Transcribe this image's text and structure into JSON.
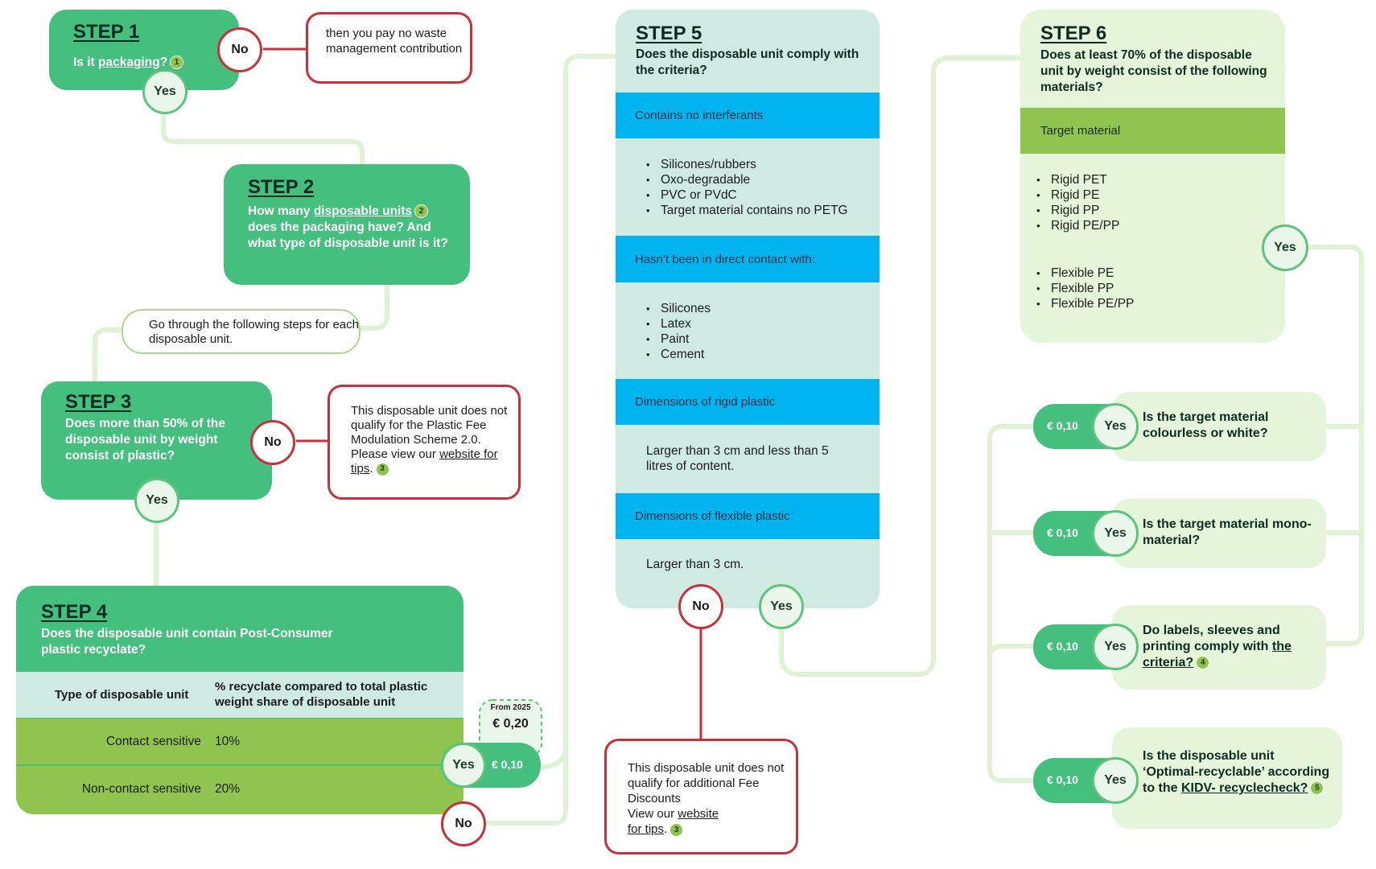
{
  "step1": {
    "title": "STEP 1",
    "q_prefix": "Is it ",
    "q_link": "packaging",
    "q_suffix": "?",
    "ref": "1"
  },
  "step1_no": {
    "label": "No",
    "text": "then you pay no waste management contribution"
  },
  "step1_yes": "Yes",
  "step2": {
    "title": "STEP 2",
    "q_prefix": "How many ",
    "q_link": "disposable units",
    "ref": "2",
    "q_rest": "does the packaging have? And what type of disposable unit is it?"
  },
  "go_through": "Go through the following steps for each disposable unit.",
  "step3": {
    "title": "STEP 3",
    "question": "Does more than 50% of the disposable unit by weight consist of plastic?"
  },
  "step3_no": {
    "label": "No",
    "text": "This disposable unit does not qualify for the Plastic Fee Modulation Scheme 2.0. Please view our ",
    "link": "website for tips",
    "ref": "3"
  },
  "step3_yes": "Yes",
  "step4": {
    "title": "STEP 4",
    "question": "Does the disposable unit contain Post-Consumer plastic recyclate?",
    "col1": "Type of disposable unit",
    "col2": "% recyclate compared to total plastic weight share of disposable unit",
    "rows": [
      {
        "type": "Contact sensitive",
        "pct": "10%"
      },
      {
        "type": "Non-contact sensitive",
        "pct": "20%"
      }
    ],
    "yes": "Yes",
    "no": "No",
    "fee": "€ 0,10",
    "future_label": "From 2025",
    "future_fee": "€ 0,20"
  },
  "step5": {
    "title": "STEP 5",
    "question": "Does the disposable unit comply with the criteria?",
    "sections": [
      {
        "header": "Contains no interferants",
        "items": [
          "Silicones/rubbers",
          "Oxo-degradable",
          "PVC or PVdC",
          "Target material contains no PETG"
        ]
      },
      {
        "header": "Hasn't been in direct contact with:",
        "items": [
          "Silicones",
          "Latex",
          "Paint",
          "Cement"
        ]
      },
      {
        "header": "Dimensions of rigid plastic",
        "text": "Larger than 3 cm and less than 5 litres of content."
      },
      {
        "header": "Dimensions of flexible plastic",
        "text": "Larger than 3 cm."
      }
    ],
    "no": "No",
    "yes": "Yes"
  },
  "step5_no_box": {
    "text1": "This disposable unit does not qualify for additional Fee Discounts",
    "text2": "View our ",
    "link1": "website",
    "link2": "for tips",
    "ref": "3"
  },
  "step6": {
    "title": "STEP 6",
    "question": "Does at least 70% of the disposable unit by weight consist of the following materials?",
    "header": "Target material",
    "rigid": [
      "Rigid PET",
      "Rigid PE",
      "Rigid PP",
      "Rigid PE/PP"
    ],
    "flexible": [
      "Flexible PE",
      "Flexible PP",
      "Flexible PE/PP"
    ],
    "yes": "Yes"
  },
  "fees": [
    {
      "fee": "€ 0,10",
      "yes": "Yes",
      "q": "Is the target material colourless or white?"
    },
    {
      "fee": "€ 0,10",
      "yes": "Yes",
      "q": "Is the target material mono-material?"
    },
    {
      "fee": "€ 0,10",
      "yes": "Yes",
      "q_prefix": "Do labels, sleeves and printing comply with ",
      "q_link": "the criteria?",
      "ref": "4"
    },
    {
      "fee": "€ 0,10",
      "yes": "Yes",
      "q_prefix": "Is the disposable unit ‘Optimal-recyclable’ according to the ",
      "q_link": "KIDV- recyclecheck?",
      "ref": "5"
    }
  ],
  "colors": {
    "green": "#45bf7e",
    "pale_green": "#e4f5da",
    "teal": "#cfe9e3",
    "blue": "#00b4f0",
    "lime": "#8fc54f",
    "red": "#c8313a"
  }
}
